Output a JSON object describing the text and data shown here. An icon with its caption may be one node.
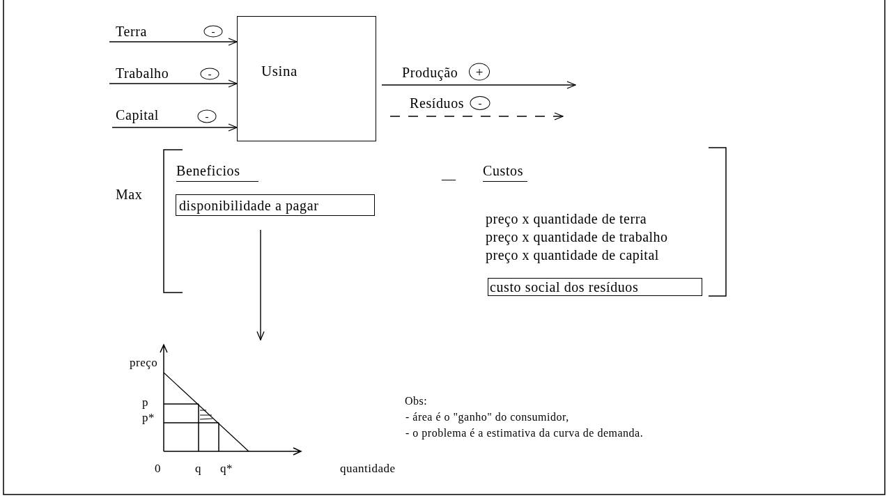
{
  "diagram": {
    "nodes": [
      {
        "text": [
          "Usina"
        ]
      },
      {
        "text": [
          "disponibilidade a pagar"
        ]
      },
      {
        "text": [
          "custo social dos resíduos"
        ]
      },
      {
        "text": [],
        "shape": "picture"
      }
    ],
    "edges": [
      {
        "from": null,
        "to": 0,
        "arrow": "to",
        "label": "Terra"
      },
      {
        "from": null,
        "to": 0,
        "arrow": "to",
        "label": "Trabalho"
      },
      {
        "from": null,
        "to": 0,
        "arrow": "to",
        "label": "Capital"
      },
      {
        "from": 0,
        "to": null,
        "arrow": "to",
        "label": "Produção"
      },
      {
        "from": 0,
        "to": null,
        "arrow": "to",
        "label": "Resíduos",
        "style": "dashed"
      },
      {
        "from": 1,
        "to": 3,
        "arrow": "to"
      }
    ],
    "labels": [
      "-",
      "-",
      "+",
      "-",
      "-",
      "Max",
      "Beneficios",
      "—",
      "Custos",
      "preço x quantidade de terra",
      "preço x quantidade de trabalho",
      "preço x quantidade de capital",
      "preço",
      "p",
      "p*",
      "Obs:",
      "- área é o \"ganho\" do consumidor,",
      "- o problema é a estimativa da curva de demanda.",
      "0",
      "q",
      "q*",
      "quantidade"
    ]
  }
}
